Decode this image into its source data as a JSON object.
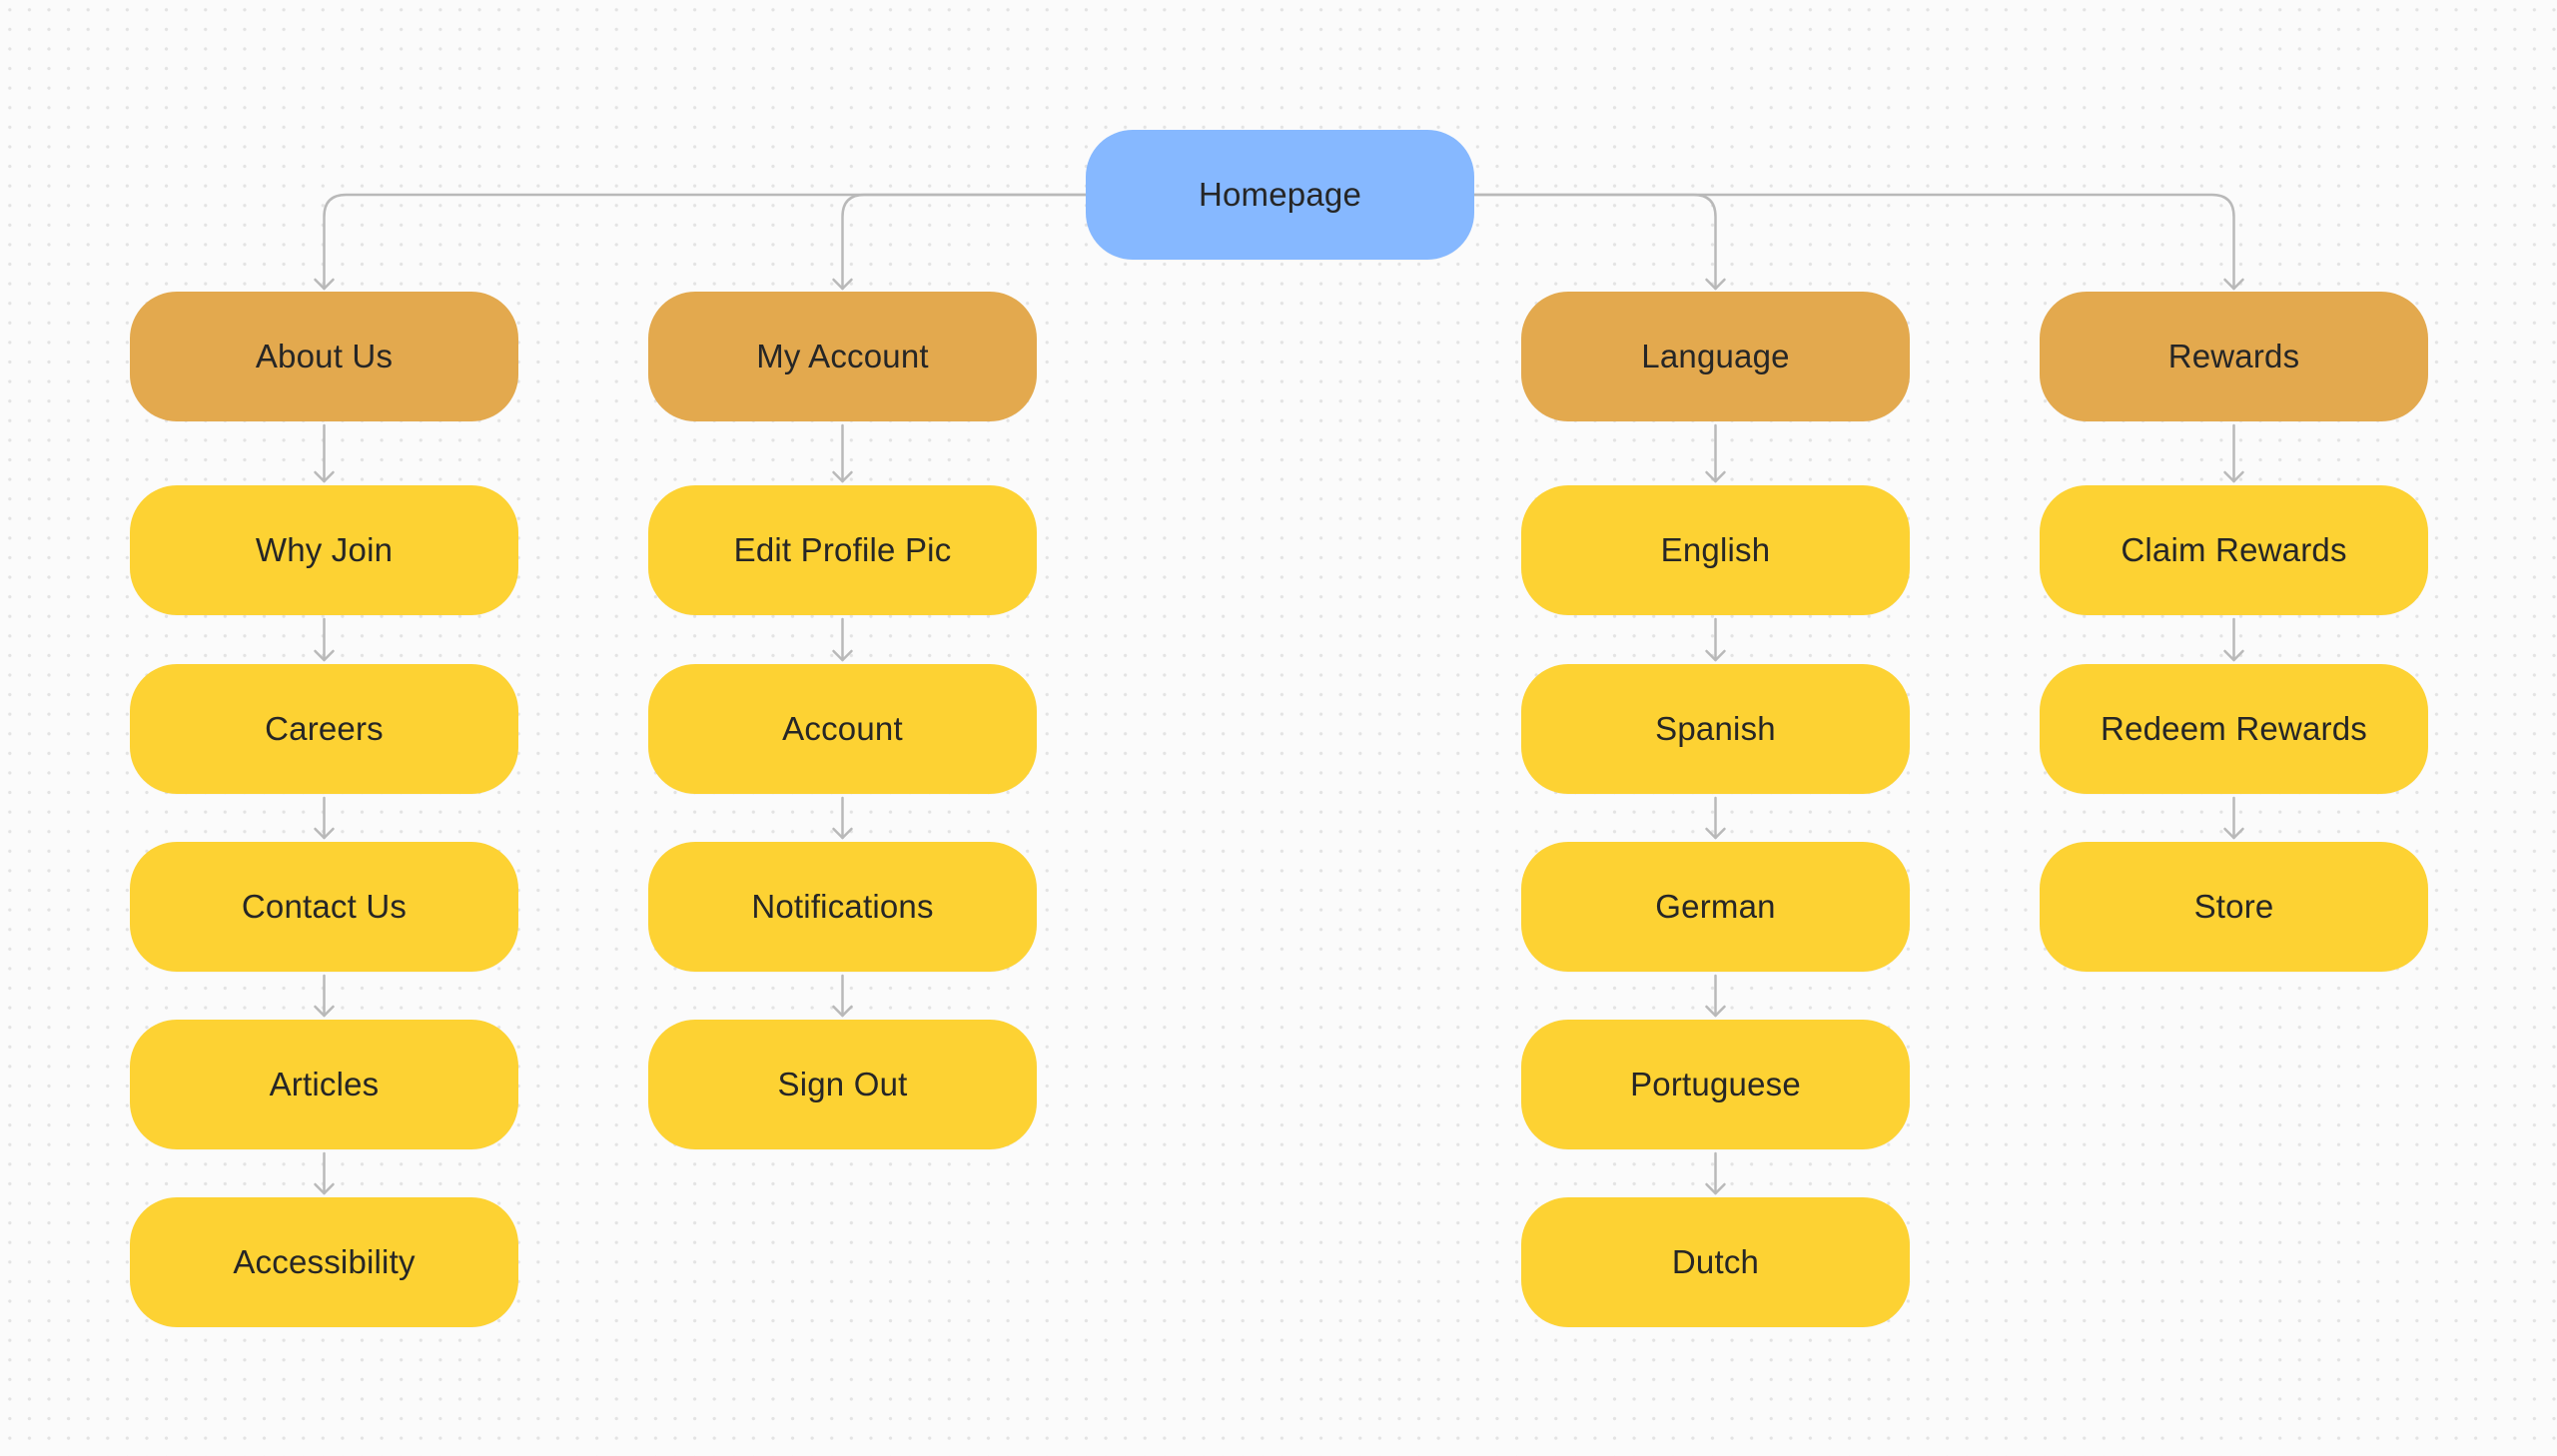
{
  "diagram": {
    "root": {
      "label": "Homepage"
    },
    "branches": [
      {
        "id": "about-us",
        "label": "About Us",
        "children": [
          "Why Join",
          "Careers",
          "Contact Us",
          "Articles",
          "Accessibility"
        ]
      },
      {
        "id": "my-account",
        "label": "My Account",
        "children": [
          "Edit Profile Pic",
          "Account",
          "Notifications",
          "Sign Out"
        ]
      },
      {
        "id": "language",
        "label": "Language",
        "children": [
          "English",
          "Spanish",
          "German",
          "Portuguese",
          "Dutch"
        ]
      },
      {
        "id": "rewards",
        "label": "Rewards",
        "children": [
          "Claim Rewards",
          "Redeem Rewards",
          "Store"
        ]
      }
    ]
  },
  "colors": {
    "root": "#86b8ff",
    "category": "#e3a94e",
    "page": "#fdd233",
    "connector": "#b9b9b9",
    "text": "#262626"
  }
}
